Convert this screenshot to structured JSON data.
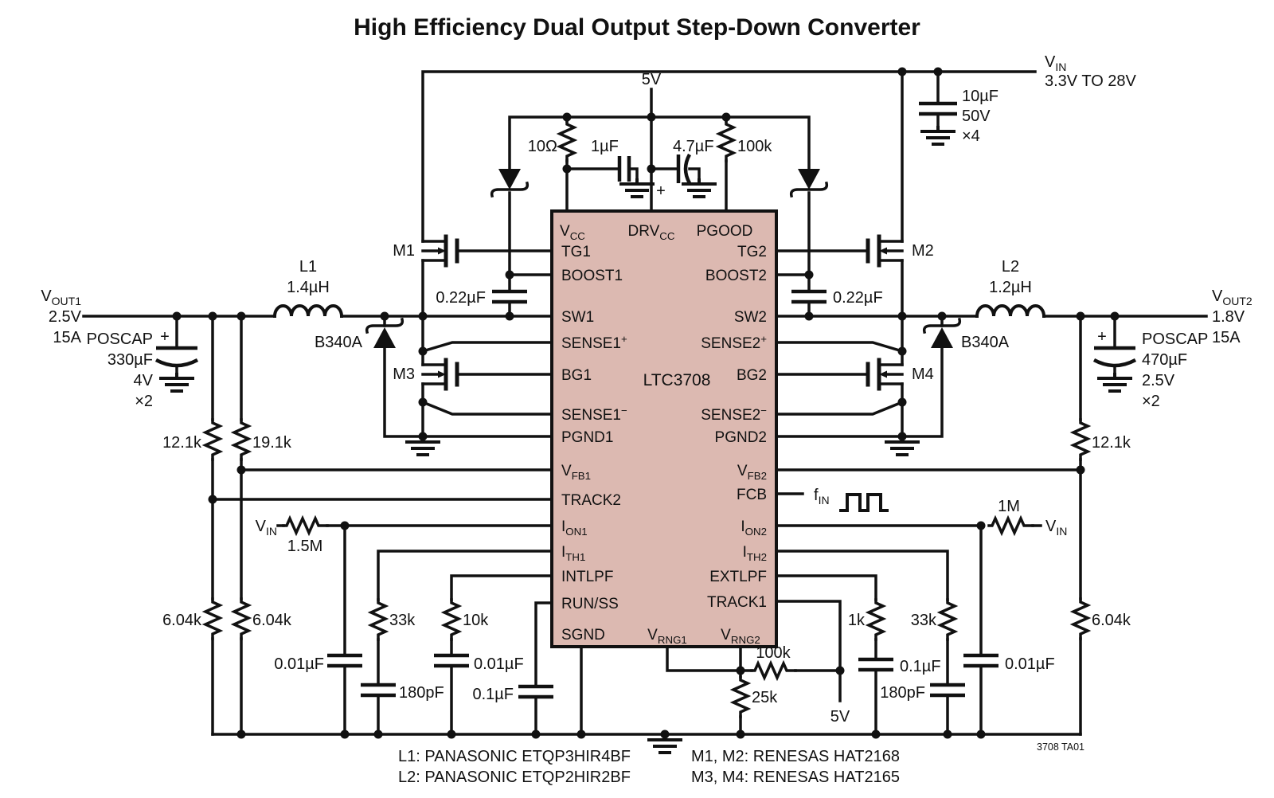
{
  "title": "High Efficiency Dual Output Step-Down Converter",
  "ic": {
    "name": "LTC3708",
    "top_pins": [
      "V_{CC}",
      "DRV_{CC}",
      "PGOOD"
    ],
    "left_pins": [
      "TG1",
      "BOOST1",
      "SW1",
      "SENSE1^{+}",
      "BG1",
      "SENSE1^{−}",
      "PGND1",
      "V_{FB1}",
      "TRACK2",
      "I_{ON1}",
      "I_{TH1}",
      "INTLPF",
      "RUN/SS",
      "SGND"
    ],
    "right_pins": [
      "TG2",
      "BOOST2",
      "SW2",
      "SENSE2^{+}",
      "BG2",
      "SENSE2^{−}",
      "PGND2",
      "V_{FB2}",
      "FCB",
      "I_{ON2}",
      "I_{TH2}",
      "EXTLPF",
      "TRACK1"
    ],
    "bottom_pins": [
      "V_{RNG1}",
      "V_{RNG2}"
    ]
  },
  "labels": {
    "vin": "V_{IN}",
    "vin_range": "3.3V TO 28V",
    "v5": "5V",
    "r10": "10Ω",
    "c1uf": "1µF",
    "c47uf": "4.7µF",
    "plus": "+",
    "r100k_top": "100k",
    "cin": "10µF",
    "cin_v": "50V",
    "cin_mult": "×4",
    "vout1": "V_{OUT1}",
    "vout1_v": "2.5V",
    "vout1_a": "15A",
    "poscap": "POSCAP",
    "poscap1_val": "330µF",
    "poscap1_v": "4V",
    "mult2": "×2",
    "l1": "L1",
    "l1_val": "1.4µH",
    "l2": "L2",
    "l2_val": "1.2µH",
    "b340a": "B340A",
    "m1": "M1",
    "m2": "M2",
    "m3": "M3",
    "m4": "M4",
    "cboost": "0.22µF",
    "r12k1": "12.1k",
    "r19k1": "19.1k",
    "r6k04": "6.04k",
    "r1m5": "1.5M",
    "r1m": "1M",
    "c0_01": "0.01µF",
    "r33k": "33k",
    "c180p": "180pF",
    "r10k": "10k",
    "c0_1": "0.1µF",
    "r1k": "1k",
    "vout2": "V_{OUT2}",
    "vout2_v": "1.8V",
    "vout2_a": "15A",
    "poscap2_val": "470µF",
    "poscap2_v": "2.5V",
    "fin": "f_{IN}",
    "r100k_bot": "100k",
    "r25k": "25k",
    "v5_bot": "5V"
  },
  "notes": {
    "l1": "L1: PANASONIC ETQP3HIR4BF",
    "l2": "L2: PANASONIC ETQP2HIR2BF",
    "m12": "M1, M2: RENESAS HAT2168",
    "m34": "M3, M4: RENESAS HAT2165"
  },
  "ref": "3708 TA01",
  "colors": {
    "ic_fill": "#dcb9b1",
    "line": "#111111"
  }
}
